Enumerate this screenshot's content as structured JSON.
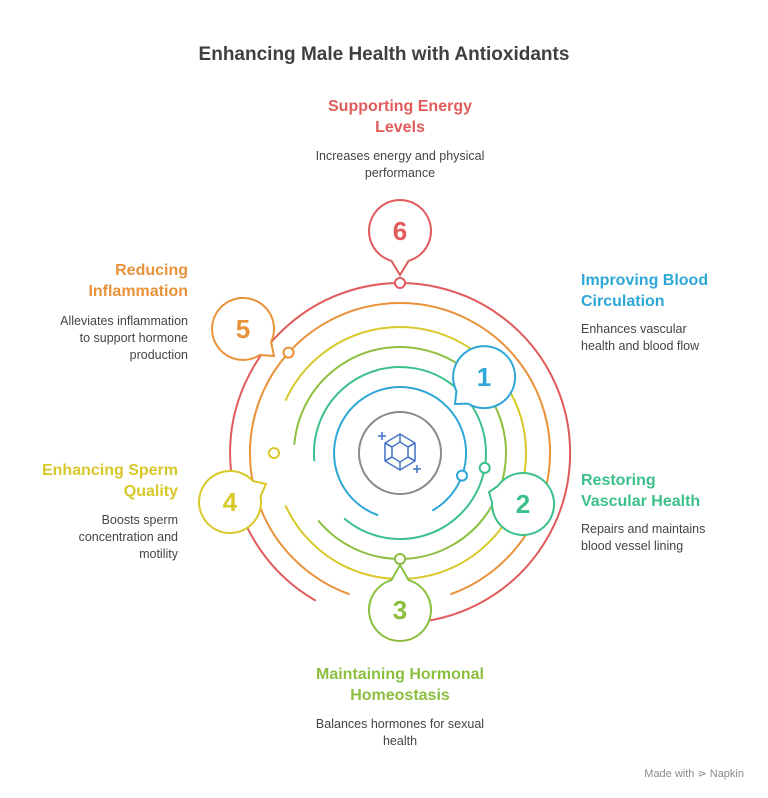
{
  "title": "Enhancing Male Health with Antioxidants",
  "footer": "Made with ⋗ Napkin",
  "center_icon": "gem-icon",
  "steps": [
    {
      "number": "1",
      "label_line1": "Improving Blood",
      "label_line2": "Circulation",
      "desc_line1": "Enhances vascular",
      "desc_line2": "health and blood flow",
      "desc_line3": "",
      "color": "#2ea7d6"
    },
    {
      "number": "2",
      "label_line1": "Restoring",
      "label_line2": "Vascular Health",
      "desc_line1": "Repairs and maintains",
      "desc_line2": "blood vessel lining",
      "desc_line3": "",
      "color": "#3cc08a"
    },
    {
      "number": "3",
      "label_line1": "Maintaining Hormonal",
      "label_line2": "Homeostasis",
      "desc_line1": "Balances hormones for sexual",
      "desc_line2": "health",
      "desc_line3": "",
      "color": "#8cbf3f"
    },
    {
      "number": "4",
      "label_line1": "Enhancing Sperm",
      "label_line2": "Quality",
      "desc_line1": "Boosts sperm",
      "desc_line2": "concentration and",
      "desc_line3": "motility",
      "color": "#d8c829"
    },
    {
      "number": "5",
      "label_line1": "Reducing",
      "label_line2": "Inflammation",
      "desc_line1": "Alleviates inflammation",
      "desc_line2": "to support hormone",
      "desc_line3": "production",
      "color": "#e8923a"
    },
    {
      "number": "6",
      "label_line1": "Supporting Energy",
      "label_line2": "Levels",
      "desc_line1": "Increases energy and physical",
      "desc_line2": "performance",
      "desc_line3": "",
      "color": "#e15b5b"
    }
  ]
}
